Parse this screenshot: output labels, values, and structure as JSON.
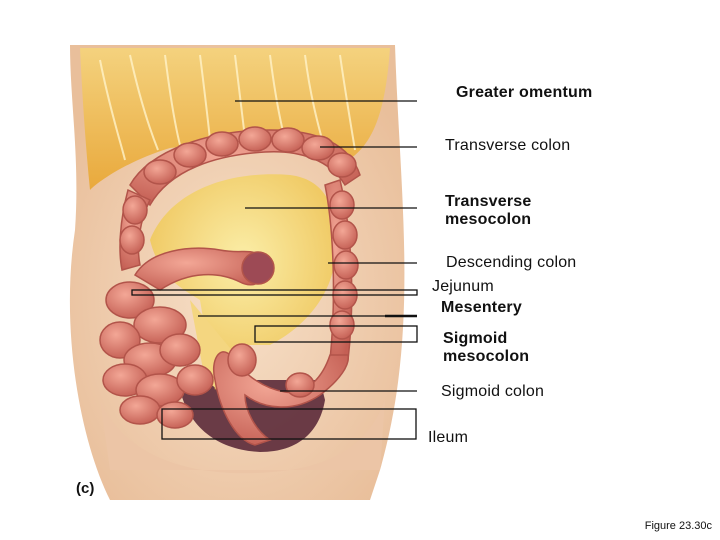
{
  "labels": {
    "greater_omentum": "Greater omentum",
    "transverse_colon": "Transverse colon",
    "transverse_mesocolon": "Transverse\nmesocolon",
    "descending_colon": "Descending colon",
    "jejunum": "Jejunum",
    "mesentery": "Mesentery",
    "sigmoid_mesocolon": "Sigmoid\nmesocolon",
    "sigmoid_colon": "Sigmoid colon",
    "ileum": "Ileum"
  },
  "panel_letter": "(c)",
  "figure_credit": "Figure 23.30c",
  "colors": {
    "skin": "#f2d2b4",
    "omentum": "#f3c45a",
    "mesentery": "#f6df86",
    "intestine": "#d9786a",
    "intestine_dark": "#b2544a",
    "cavity": "#5b2a3a"
  }
}
